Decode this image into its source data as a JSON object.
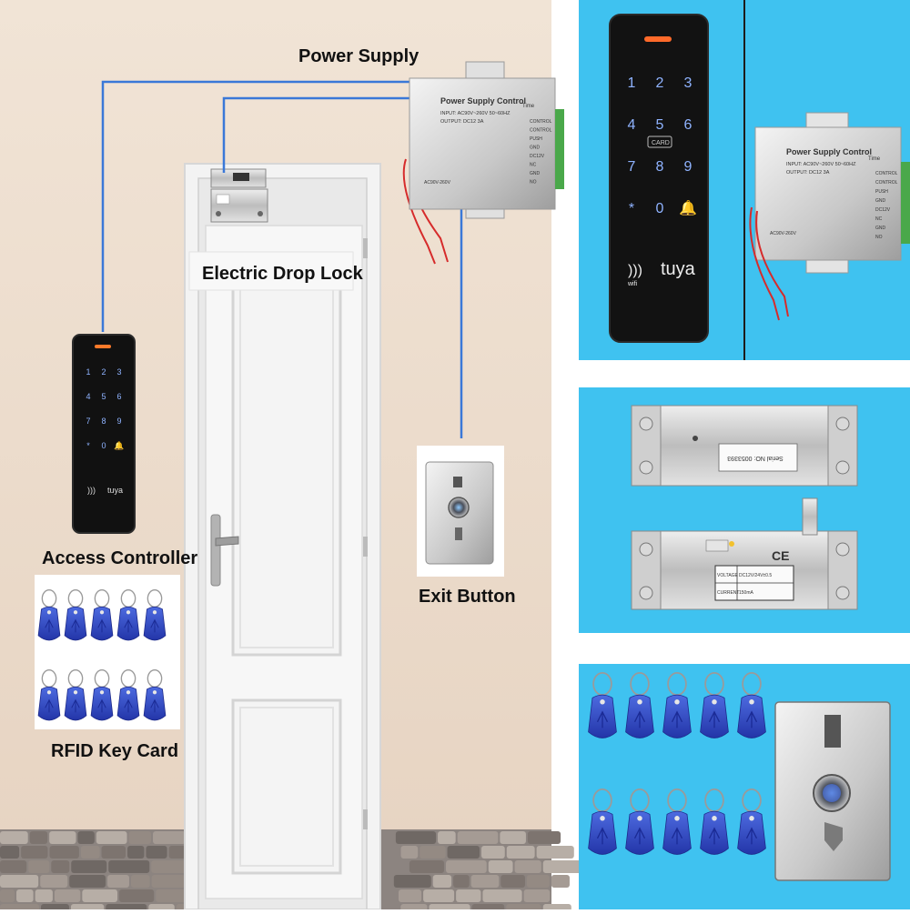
{
  "labels": {
    "power_supply": "Power Supply",
    "electric_drop_lock": "Electric Drop Lock",
    "access_controller": "Access Controller",
    "exit_button": "Exit Button",
    "rfid_key_card": "RFID Key Card"
  },
  "power_box": {
    "title": "Power Supply Control",
    "input": "INPUT: AC90V~260V 50~60HZ",
    "output": "OUTPUT: DC12 3A",
    "time": "Time",
    "ac_label": "AC90V-260V",
    "terminals": [
      "CONTROL",
      "CONTROL",
      "PUSH",
      "GND",
      "DC12V",
      "NC",
      "GND",
      "NO"
    ]
  },
  "keypad": {
    "keys": [
      "1",
      "2",
      "3",
      "4",
      "5",
      "6",
      "7",
      "8",
      "9",
      "*",
      "0",
      "🔔"
    ],
    "card_label": "CARD",
    "brand": "tuya",
    "wifi": "wifi"
  },
  "lock_detail": {
    "serial": "Serial NO: 0053393",
    "voltage_label": "VOLTAGE",
    "voltage_value": "DC12V/24V±0.5",
    "current_label": "CURRENT",
    "current_value": "150mA",
    "ce": "CE"
  },
  "colors": {
    "wall": "#ecdccd",
    "panel_blue": "#3fc2f0",
    "wire_blue": "#3a78d8",
    "fob_blue": "#2f49c8"
  }
}
